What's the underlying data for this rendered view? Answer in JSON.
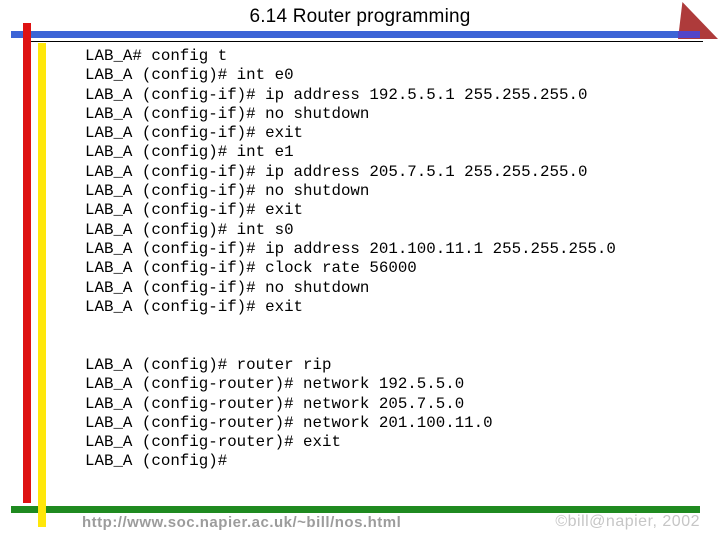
{
  "slide": {
    "title": "6.14 Router programming",
    "code_block_1": {
      "lines": [
        "LAB_A# config t",
        "LAB_A (config)# int e0",
        "LAB_A (config-if)# ip address 192.5.5.1 255.255.255.0",
        "LAB_A (config-if)# no shutdown",
        "LAB_A (config-if)# exit",
        "LAB_A (config)# int e1",
        "LAB_A (config-if)# ip address 205.7.5.1 255.255.255.0",
        "LAB_A (config-if)# no shutdown",
        "LAB_A (config-if)# exit",
        "LAB_A (config)# int s0",
        "LAB_A (config-if)# ip address 201.100.11.1 255.255.255.0",
        "LAB_A (config-if)# clock rate 56000",
        "LAB_A (config-if)# no shutdown",
        "LAB_A (config-if)# exit"
      ]
    },
    "code_block_2": {
      "lines": [
        "LAB_A (config)# router rip",
        "LAB_A (config-router)# network 192.5.5.0",
        "LAB_A (config-router)# network 205.7.5.0",
        "LAB_A (config-router)# network 201.100.11.0",
        "LAB_A (config-router)# exit",
        "LAB_A (config)#"
      ]
    },
    "footer": {
      "url": "http://www.soc.napier.ac.uk/~bill/nos.html",
      "copyright": "©bill@napier, 2002"
    },
    "colors": {
      "bar_blue": "#3C64D6",
      "bar_red": "#DE1212",
      "bar_yellow": "#FFE70A",
      "bar_green": "#1F8A20",
      "corner_triangle": "#AE3B3B",
      "overlap_purple": "#5246C8",
      "url_gray": "#9C9C9C",
      "copyright_gray": "#C6C6C6"
    }
  }
}
